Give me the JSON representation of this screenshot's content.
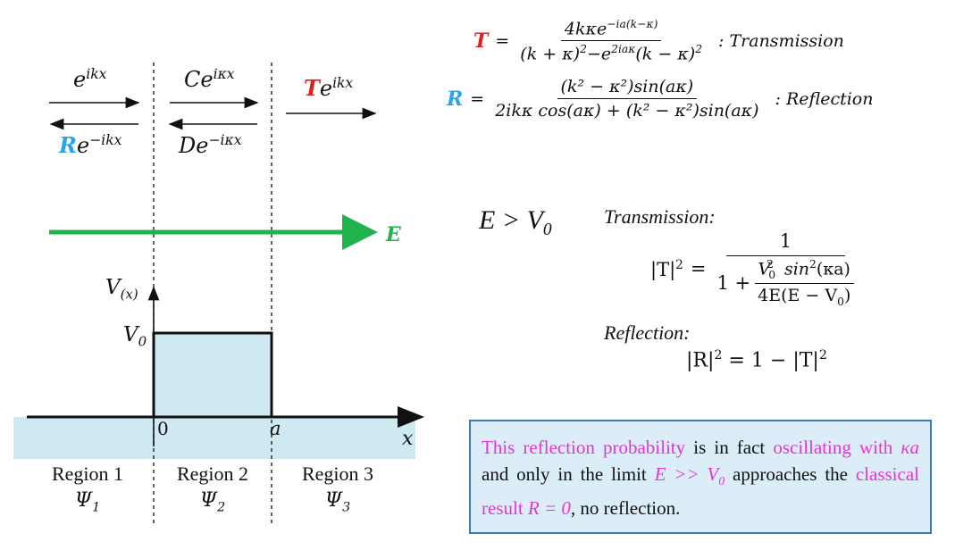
{
  "wave_labels": {
    "incident": "e",
    "incident_exp": "ikx",
    "reflected_coef": "R",
    "reflected": "e",
    "reflected_exp": "−ikx",
    "inside_forward_coef": "C",
    "inside_forward": "e",
    "inside_forward_exp": "iκx",
    "inside_backward_coef": "D",
    "inside_backward": "e",
    "inside_backward_exp": "−iκx",
    "transmitted_coef": "T",
    "transmitted": "e",
    "transmitted_exp": "ikx"
  },
  "energy_label": "E",
  "potential": {
    "y_axis_label": "V",
    "y_axis_sub": "(x)",
    "v0_label": "V",
    "v0_sub": "0",
    "x_axis_label": "x",
    "origin_label": "0",
    "width_label": "a"
  },
  "regions": [
    {
      "name": "Region 1",
      "psi": "Ψ",
      "psi_sub": "1"
    },
    {
      "name": "Region 2",
      "psi": "Ψ",
      "psi_sub": "2"
    },
    {
      "name": "Region 3",
      "psi": "Ψ",
      "psi_sub": "3"
    }
  ],
  "equations": {
    "T_symbol": "T",
    "T_equals": "=",
    "T_num": "4kκe",
    "T_num_exp": "−ia(k−κ)",
    "T_den_a": "(k + κ)",
    "T_den_b": "−e",
    "T_den_exp": "2iaκ",
    "T_den_c": "(k − κ)",
    "T_note": ": Transmission",
    "R_symbol": "R",
    "R_equals": "=",
    "R_num": "(k² − κ²)sin(aκ)",
    "R_den": "2ikκ cos(aκ) + (k² − κ²)sin(aκ)",
    "R_note": ": Reflection"
  },
  "condition": {
    "lhs": "E > V",
    "lhs_sub": "0",
    "transmission_heading": "Transmission:",
    "T2_lhs": "|T|",
    "T2_equals": "=",
    "T2_num": "1",
    "T2_den_prefix": "1 +",
    "T2_inner_num": "V",
    "T2_inner_num_rest": "sin",
    "T2_inner_num_tail": "(κa)",
    "T2_inner_den": "4E(E − V",
    "T2_inner_den_tail": ")",
    "reflection_heading": "Reflection:",
    "R2_formula_lhs": "|R|",
    "R2_formula_rhs": "= 1 − |T|"
  },
  "note": {
    "part1": "This reflection probability",
    "part2": " is in fact ",
    "part3": "oscillating with ",
    "part4": "κa",
    "part5": " and only in the limit ",
    "part6": "E >> V",
    "part6_sub": "0",
    "part7": " approaches the ",
    "part8": "classical result ",
    "part9": "R = 0",
    "part10": ", no reflection."
  },
  "colors": {
    "transmission": "#e02020",
    "reflection": "#2aa5e8",
    "energy": "#22b24c",
    "highlight": "#e632d6",
    "barrier_fill": "#cfe9f2",
    "box_border": "#3a7ab7"
  }
}
